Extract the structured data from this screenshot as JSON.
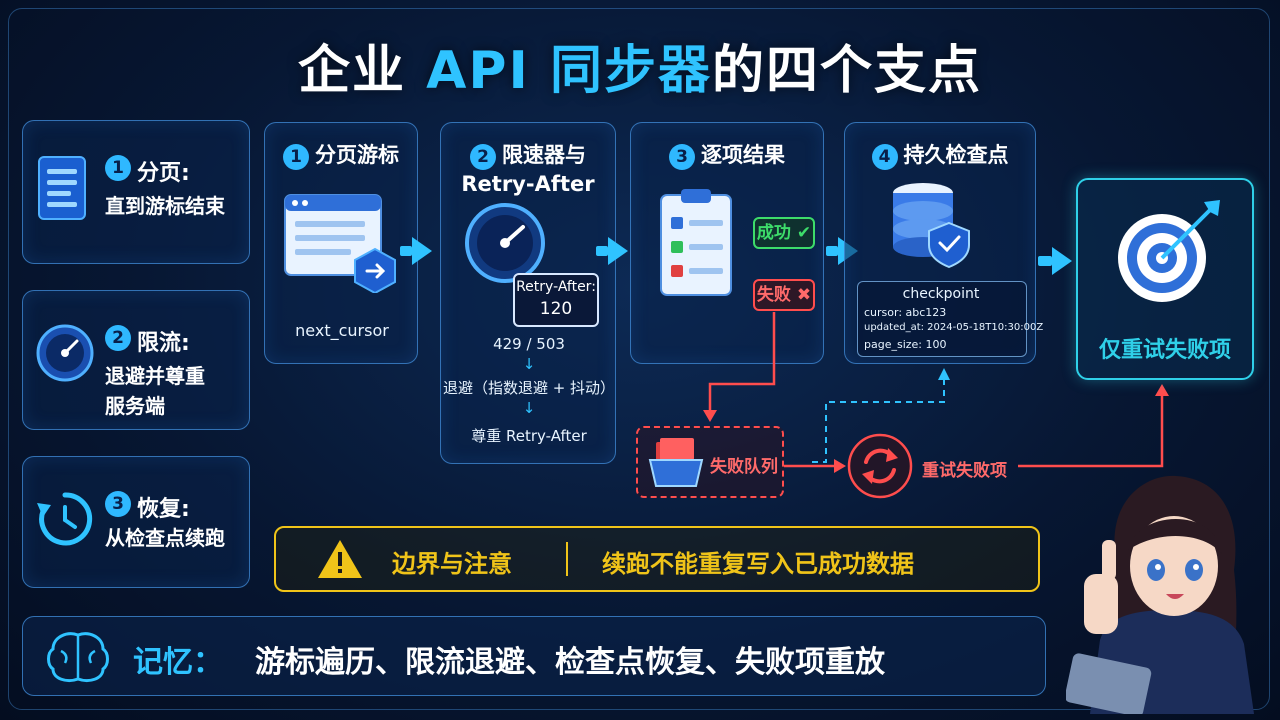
{
  "title": {
    "prefix": "企业 ",
    "highlight": "API 同步器",
    "suffix": "的四个支点"
  },
  "side_panels": [
    {
      "num": "1",
      "title": "分页:",
      "desc_lines": [
        "直到游标结束"
      ],
      "icon": "list-icon"
    },
    {
      "num": "2",
      "title": "限流:",
      "desc_lines": [
        "退避并尊重",
        "服务端"
      ],
      "icon": "speedometer-icon"
    },
    {
      "num": "3",
      "title": "恢复:",
      "desc_lines": [
        "从检查点续跑"
      ],
      "icon": "restore-clock-icon"
    }
  ],
  "steps": [
    {
      "num": "1",
      "title_lines": [
        "分页游标"
      ],
      "label": "next_cursor"
    },
    {
      "num": "2",
      "title_lines": [
        "限速器与",
        "Retry-After"
      ],
      "bubble_title": "Retry-After:",
      "bubble_value": "120",
      "flow": [
        "429 / 503",
        "退避（指数退避 + 抖动）",
        "尊重 Retry-After"
      ]
    },
    {
      "num": "3",
      "title_lines": [
        "逐项结果"
      ],
      "success": "成功",
      "fail": "失败"
    },
    {
      "num": "4",
      "title_lines": [
        "持久检查点"
      ],
      "checkpoint_title": "checkpoint",
      "checkpoint_fields": [
        "cursor: abc123",
        "updated_at: 2024-05-18T10:30:00Z",
        "page_size: 100"
      ]
    }
  ],
  "failure_queue": "失败队列",
  "retry_label": "重试失败项",
  "target_label": "仅重试失败项",
  "warning": {
    "label": "边界与注意",
    "text": "续跑不能重复写入已成功数据"
  },
  "memory": {
    "label": "记忆：",
    "text": "游标遍历、限流退避、检查点恢复、失败项重放"
  },
  "colors": {
    "accent": "#2fc3ff",
    "success": "#3ddc6a",
    "fail": "#ff4d4d",
    "warning": "#f0c419"
  }
}
